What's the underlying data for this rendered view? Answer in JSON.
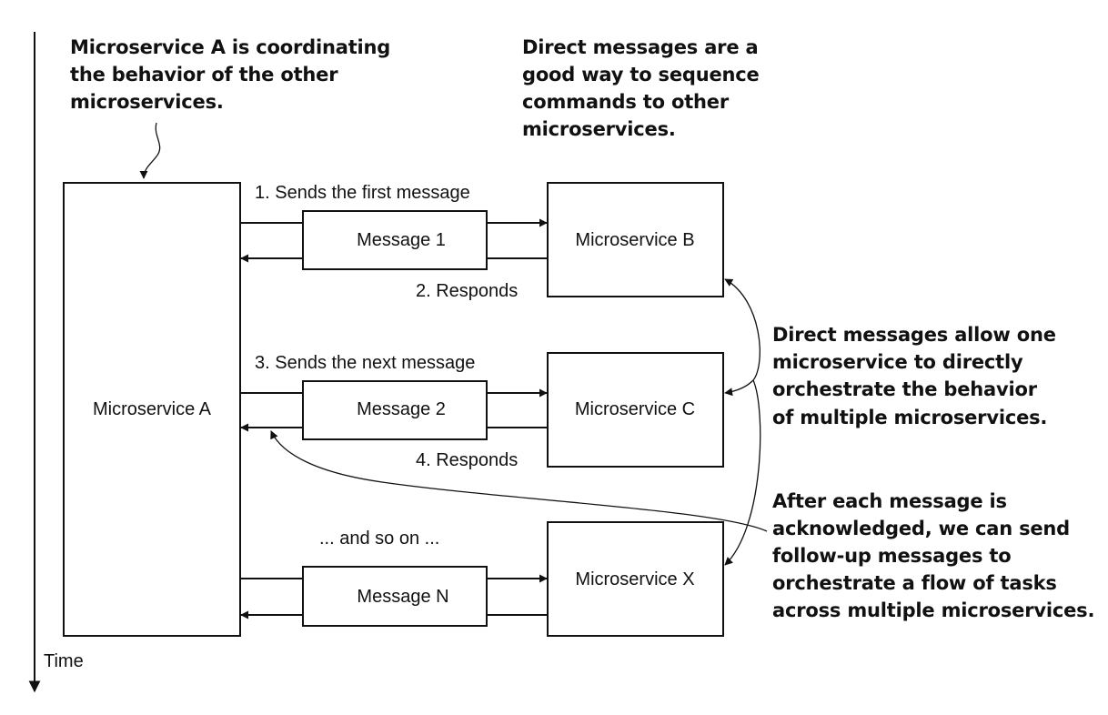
{
  "time_axis": {
    "label": "Time"
  },
  "boxes": {
    "service_a": "Microservice A",
    "service_b": "Microservice B",
    "service_c": "Microservice C",
    "service_x": "Microservice X"
  },
  "messages": [
    {
      "label": "Message 1",
      "send_label": "1. Sends the first message",
      "reply_label": "2. Responds"
    },
    {
      "label": "Message 2",
      "send_label": "3. Sends the next message",
      "reply_label": "4. Responds"
    },
    {
      "label": "Message N",
      "send_label": "... and so on ...",
      "reply_label": ""
    }
  ],
  "annotations": {
    "coordinator": [
      "Microservice A is coordinating",
      "the behavior of the other",
      "microservices."
    ],
    "sequence": [
      "Direct messages are a",
      "good way to sequence",
      "commands to other",
      "microservices."
    ],
    "orchestrate": [
      "Direct messages allow one",
      "microservice to directly",
      "orchestrate the behavior",
      "of multiple microservices."
    ],
    "follow_up": [
      "After each message is",
      "acknowledged, we can send",
      "follow-up messages to",
      "orchestrate a flow of tasks",
      "across multiple microservices."
    ]
  }
}
